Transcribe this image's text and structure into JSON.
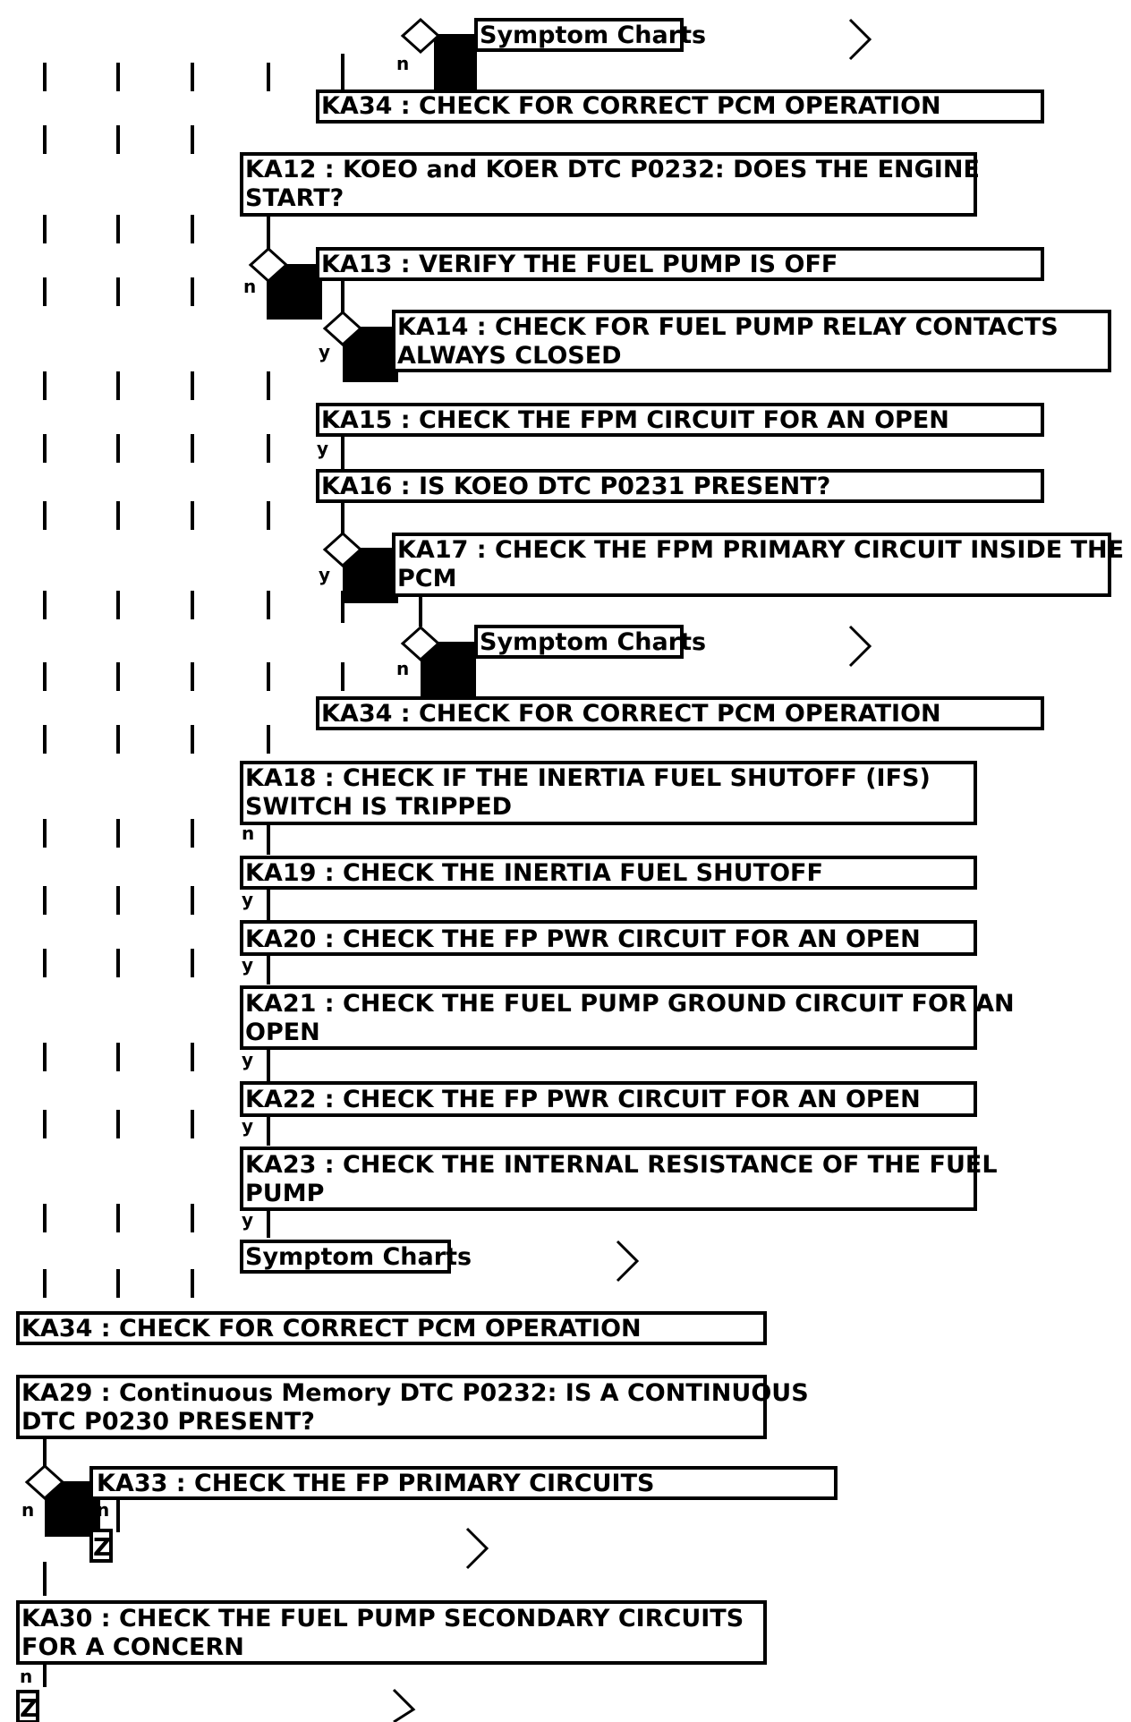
{
  "steps": {
    "sc_a": "Symptom Charts",
    "ka34_a": "KA34 : CHECK FOR CORRECT PCM OPERATION",
    "ka12_l1": "KA12 : KOEO and KOER DTC P0232: DOES THE ENGINE",
    "ka12_l2": "START?",
    "ka13": "KA13 : VERIFY THE FUEL PUMP IS OFF",
    "ka14_l1": "KA14 : CHECK FOR FUEL PUMP RELAY CONTACTS",
    "ka14_l2": "ALWAYS CLOSED",
    "ka15": "KA15 : CHECK THE FPM CIRCUIT FOR AN OPEN",
    "ka16": "KA16 : IS KOEO DTC P0231 PRESENT?",
    "ka17_l1": "KA17 : CHECK THE FPM PRIMARY CIRCUIT INSIDE THE",
    "ka17_l2": "PCM",
    "sc_b": "Symptom Charts",
    "ka34_b": "KA34 : CHECK FOR CORRECT PCM OPERATION",
    "ka18_l1": "KA18 : CHECK IF THE INERTIA FUEL SHUTOFF (IFS)",
    "ka18_l2": "SWITCH IS TRIPPED",
    "ka19": "KA19 : CHECK THE INERTIA FUEL SHUTOFF",
    "ka20": "KA20 : CHECK THE FP PWR CIRCUIT FOR AN OPEN",
    "ka21_l1": "KA21 : CHECK THE FUEL PUMP GROUND CIRCUIT FOR AN",
    "ka21_l2": "OPEN",
    "ka22": "KA22 : CHECK THE FP PWR CIRCUIT FOR AN OPEN",
    "ka23_l1": "KA23 : CHECK THE INTERNAL RESISTANCE OF THE FUEL",
    "ka23_l2": "PUMP",
    "sc_c": "Symptom Charts",
    "ka34_c": "KA34 : CHECK FOR CORRECT PCM OPERATION",
    "ka29_l1": "KA29 : Continuous Memory DTC P0232: IS A CONTINUOUS",
    "ka29_l2": "DTC P0230 PRESENT?",
    "ka33": "KA33 : CHECK THE FP PRIMARY CIRCUITS",
    "ka30_l1": "KA30 : CHECK THE FUEL PUMP SECONDARY CIRCUITS",
    "ka30_l2": "FOR A CONCERN"
  },
  "branch_labels": {
    "n": "n",
    "y": "y",
    "z": "Z"
  }
}
